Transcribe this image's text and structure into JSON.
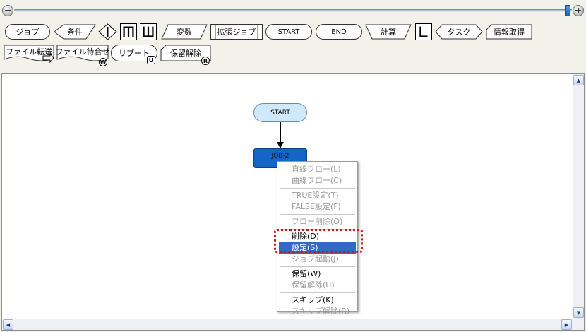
{
  "palette": {
    "row1": {
      "job": "ジョブ",
      "condition": "条件",
      "variable": "変数",
      "ext_job": "拡張ジョブ",
      "start": "START",
      "end": "END",
      "calc": "計算",
      "task": "タスク",
      "info_get": "情報取得"
    },
    "row2": {
      "file_transfer": "ファイル転送",
      "file_wait": "ファイル待合せ",
      "file_wait_badge": "W",
      "report": "リブート",
      "report_badge": "U",
      "hold_release": "保留解除",
      "hold_release_badge": "R"
    }
  },
  "canvas": {
    "start_node": "START",
    "job_node": "JOB-2"
  },
  "context_menu": {
    "straight_flow": "直線フロー(L)",
    "curve_flow": "曲線フロー(C)",
    "true_setting": "TRUE設定(T)",
    "false_setting": "FALSE設定(F)",
    "flow_delete": "フロー削除(O)",
    "delete": "削除(D)",
    "settings": "設定(S)",
    "job_start": "ジョブ起動(J)",
    "hold": "保留(W)",
    "hold_release": "保留解除(U)",
    "skip": "スキップ(K)",
    "skip_release": "スキップ解除(R)"
  }
}
